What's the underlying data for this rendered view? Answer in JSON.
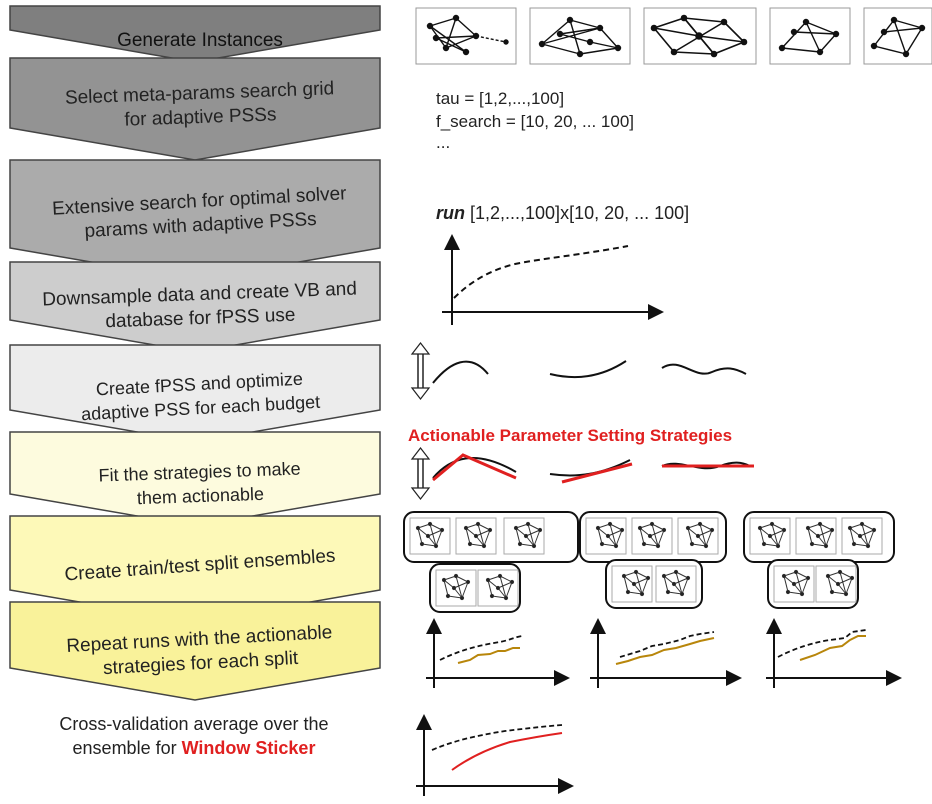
{
  "stages": [
    {
      "label": "Generate Instances",
      "fill": "#7f7f7f"
    },
    {
      "label": "Select meta-params search grid for adaptive PSSs",
      "fill": "#939393"
    },
    {
      "label": "Extensive search for optimal solver params with adaptive PSSs",
      "fill": "#ababab"
    },
    {
      "label": "Downsample data and create VB and database for fPSS use",
      "fill": "#cdcdcd"
    },
    {
      "label": "Create fPSS and optimize adaptive PSS for each budget",
      "fill": "#ececec"
    },
    {
      "label": "Fit the strategies to make them actionable",
      "fill": "#fdfbde"
    },
    {
      "label": "Create train/test split ensembles",
      "fill": "#fdf9b8"
    },
    {
      "label": "Repeat runs with the actionable strategies for each split",
      "fill": "#f9f29a"
    }
  ],
  "params": {
    "line1": "tau = [1,2,...,100]",
    "line2": "f_search = [10, 20, ... 100]",
    "line3": "..."
  },
  "run": {
    "keyword": "run",
    "text": " [1,2,...,100]x[10, 20, ... 100]"
  },
  "actionable_title": "Actionable Parameter Setting Strategies",
  "final": {
    "line1": "Cross-validation average over the",
    "line2_prefix": "ensemble for ",
    "line2_highlight": "Window Sticker"
  },
  "colors": {
    "accent_red": "#e02020",
    "curve_gold": "#b8860b",
    "curve_black": "#222222"
  }
}
